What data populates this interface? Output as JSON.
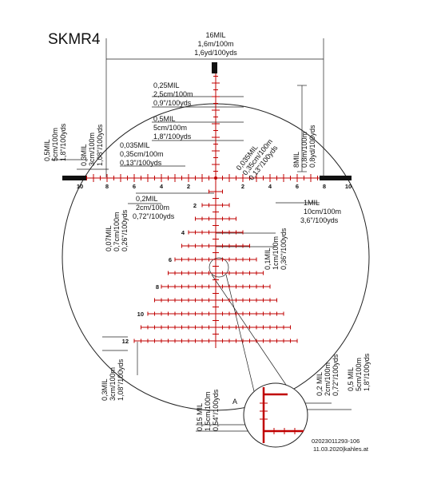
{
  "title": "SKMR4",
  "dims": {
    "mil16": [
      "16MIL",
      "1,6m/100m",
      "1,6yd/100yds"
    ],
    "mil025": [
      "0,25MIL",
      "2,5cm/100m",
      "0,9\"/100yds"
    ],
    "mil05": [
      "0,5MIL",
      "5cm/100m",
      "1,8\"/100yds"
    ],
    "mil0035": [
      "0,035MIL",
      "0,35cm/100m",
      "0,13\"/100yds"
    ],
    "mil0035d": [
      "0,035MIL",
      "0,35cm/100m",
      "0,13\"/100yds"
    ],
    "mil02": [
      "0,2MIL",
      "2cm/100m",
      "0,72\"/100yds"
    ],
    "mil05l": [
      "0,5MIL",
      "5cm/100m",
      "1,8\"/100yds"
    ],
    "mil03l": [
      "0,3MIL",
      "3cm/100m",
      "1,08\"/100yds"
    ],
    "mil8": [
      "8MIL",
      "0,8m/100m",
      "0,8yd/100yds"
    ],
    "mil007": [
      "0,07MIL",
      "0,7cm/100m",
      "0,26\"/100yds"
    ],
    "mil1": [
      "1MIL",
      "10cm/100m",
      "3,6\"/100yds"
    ],
    "mil01": [
      "0,1MIL",
      "1cm/100m",
      "0,36\"/100yds"
    ],
    "mil03b": [
      "0,3MIL",
      "3cm/100m",
      "1,08\"/100yds"
    ],
    "mil015": [
      "0,15 MIL",
      "1,5cm/100m",
      "0,54\"/100yds"
    ],
    "mil02r": [
      "0,2 MIL",
      "2cm/100m",
      "0,72\"/100yds"
    ],
    "mil05r": [
      "0,5 MIL",
      "5cm/100m",
      "1,8\"/100yds"
    ]
  },
  "h_numbers": [
    "10",
    "8",
    "6",
    "4",
    "2",
    "2",
    "4",
    "6",
    "8",
    "10"
  ],
  "v_numbers": [
    "2",
    "4",
    "6",
    "8",
    "10",
    "12"
  ],
  "zoom_label": "A",
  "colors": {
    "reticle": "#c00000",
    "lines": "#222222"
  },
  "footer": {
    "part_number": "02023011293-106",
    "date_brand": "11.03.2020|kahles.at"
  }
}
